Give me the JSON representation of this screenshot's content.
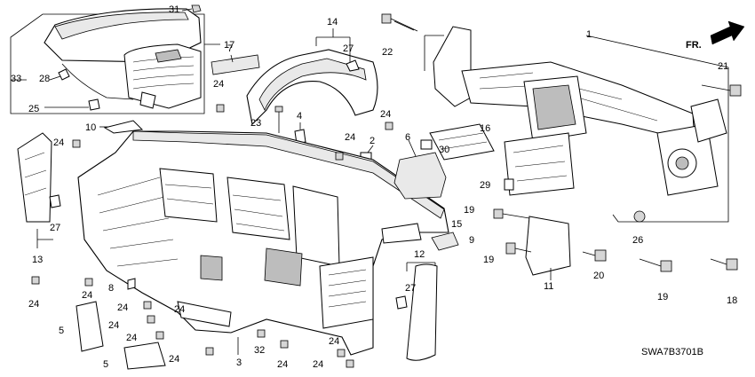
{
  "diagram_code": "SWA7B3701B",
  "direction_label": "FR.",
  "callouts": {
    "c1": "1",
    "c2": "2",
    "c3": "3",
    "c4": "4",
    "c5a": "5",
    "c5b": "5",
    "c6": "6",
    "c7": "7",
    "c8": "8",
    "c9": "9",
    "c10": "10",
    "c11": "11",
    "c12": "12",
    "c13": "13",
    "c14": "14",
    "c15": "15",
    "c16": "16",
    "c17": "17",
    "c18": "18",
    "c19a": "19",
    "c19b": "19",
    "c19c": "19",
    "c20": "20",
    "c21": "21",
    "c22": "22",
    "c23": "23",
    "c24a": "24",
    "c24b": "24",
    "c24c": "24",
    "c24d": "24",
    "c24e": "24",
    "c24f": "24",
    "c24g": "24",
    "c24h": "24",
    "c24i": "24",
    "c24j": "24",
    "c24k": "24",
    "c24l": "24",
    "c24m": "24",
    "c24n": "24",
    "c25": "25",
    "c26": "26",
    "c27a": "27",
    "c27b": "27",
    "c27c": "27",
    "c28": "28",
    "c29": "29",
    "c30": "30",
    "c31": "31",
    "c32": "32",
    "c33": "33"
  }
}
